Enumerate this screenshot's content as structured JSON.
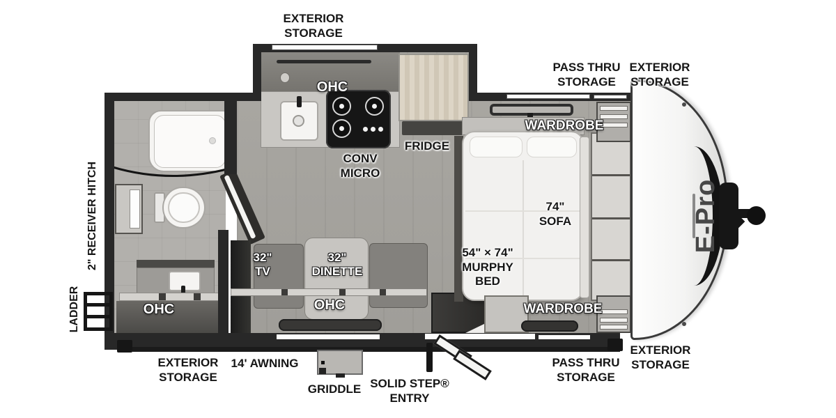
{
  "meta": {
    "title": "E-Pro travel trailer floor plan",
    "type": "rv-floorplan-diagram"
  },
  "colors": {
    "wall": "#282828",
    "floor_main": "#a3a19c",
    "floor_bath": "#b2b0ac",
    "counter": "#c9c7c3",
    "counter_shadow": "#7e7c77",
    "stove": "#161616",
    "fridge_wood": "#d8d0c1",
    "fixture_white": "#f5f4f2",
    "bed_white": "#f2f1ef",
    "furniture_gray": "#85837f",
    "table_gray": "#c7c5c1",
    "cap_body": "#f4f4f4",
    "logo_gray": "#474747"
  },
  "labels": {
    "ext_storage_top": "EXTERIOR\nSTORAGE",
    "pass_thru_top": "PASS THRU\nSTORAGE",
    "ext_storage_front_top": "EXTERIOR\nSTORAGE",
    "ohc_kitchen": "OHC",
    "conv_micro": "CONV\nMICRO",
    "fridge": "FRIDGE",
    "wardrobe_top": "WARDROBE",
    "wardrobe_bottom": "WARDROBE",
    "sofa": "74\"\nSOFA",
    "murphy_bed": "54\" × 74\"\nMURPHY\nBED",
    "tv": "32\"\nTV",
    "dinette": "32\"\nDINETTE",
    "ohc_dinette": "OHC",
    "ohc_bath": "OHC",
    "receiver_hitch": "2\" RECEIVER HITCH",
    "ladder": "LADDER",
    "ext_storage_rear_bottom": "EXTERIOR\nSTORAGE",
    "awning": "14' AWNING",
    "griddle": "GRIDDLE",
    "solid_step_entry": "SOLID STEP®\nENTRY",
    "pass_thru_bottom": "PASS THRU\nSTORAGE",
    "ext_storage_front_bottom": "EXTERIOR\nSTORAGE"
  },
  "brand": {
    "logo_text": "E-Pro"
  }
}
